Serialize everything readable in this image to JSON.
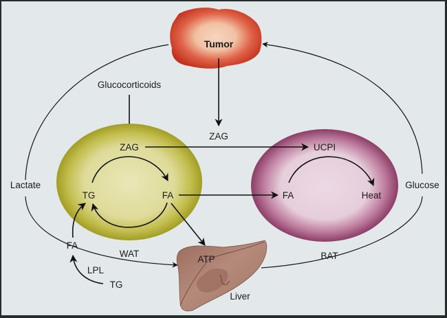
{
  "tumor": {
    "label": "Tumor"
  },
  "inputs": {
    "glucocorticoids": "Glucocorticoids",
    "zag_from_tumor": "ZAG"
  },
  "wat": {
    "label": "WAT",
    "zag": "ZAG",
    "tg": "TG",
    "fa": "FA",
    "outside_fa": "FA",
    "outside_tg": "TG",
    "lpl": "LPL"
  },
  "bat": {
    "label": "BAT",
    "ucpi": "UCPI",
    "fa": "FA",
    "heat": "Heat"
  },
  "liver": {
    "label": "Liver",
    "atp": "ATP"
  },
  "cycle": {
    "lactate": "Lactate",
    "glucose": "Glucose"
  },
  "colors": {
    "background": "#e3e9ea",
    "tumor": "#d2412a",
    "wat": "#a7a227",
    "bat": "#94426c",
    "liver": "#9c6d5e"
  }
}
